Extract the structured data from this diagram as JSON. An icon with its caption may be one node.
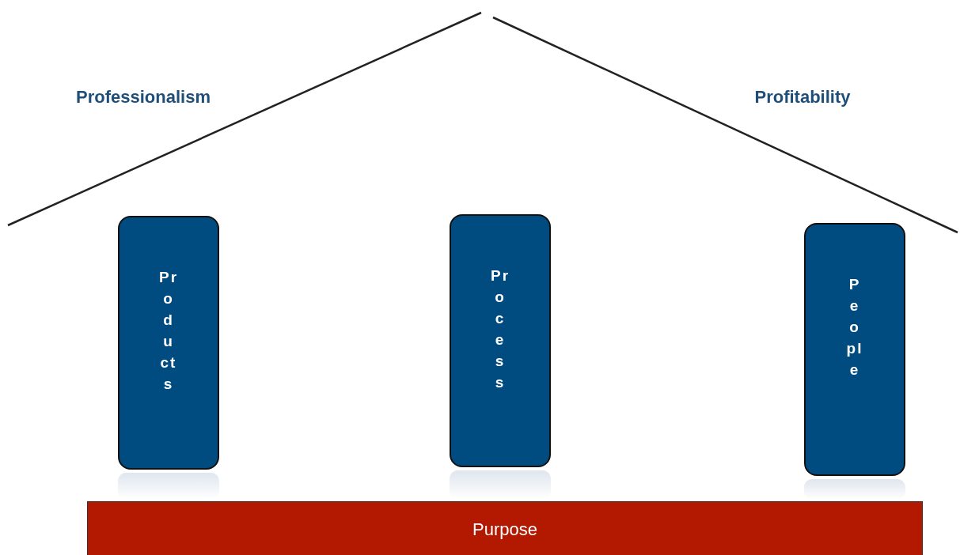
{
  "diagram": {
    "nodes": [
      {
        "text": [
          "Products"
        ]
      },
      {
        "text": [
          "Process"
        ]
      },
      {
        "text": [
          "People"
        ]
      },
      {
        "text": [
          "Purpose"
        ]
      }
    ],
    "labels": [
      "Professionalism",
      "Profitability"
    ]
  }
}
